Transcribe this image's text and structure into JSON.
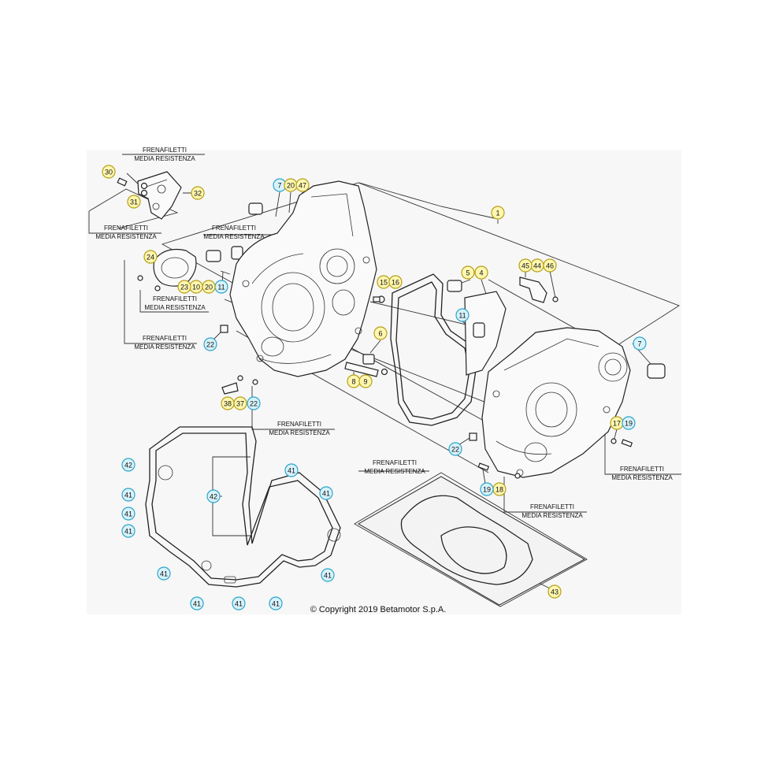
{
  "callouts": {
    "c1": "1",
    "c4": "4",
    "c5": "5",
    "c6": "6",
    "c7a": "7",
    "c7b": "7",
    "c8": "8",
    "c9": "9",
    "c10": "10",
    "c11a": "11",
    "c11b": "11",
    "c15": "15",
    "c16": "16",
    "c17": "17",
    "c18": "18",
    "c19a": "19",
    "c19b": "19",
    "c20a": "20",
    "c20b": "20",
    "c22a": "22",
    "c22b": "22",
    "c22c": "22",
    "c23": "23",
    "c24": "24",
    "c30": "30",
    "c31": "31",
    "c32": "32",
    "c37": "37",
    "c38": "38",
    "c41a": "41",
    "c41b": "41",
    "c41c": "41",
    "c41d": "41",
    "c41e": "41",
    "c41f": "41",
    "c41g": "41",
    "c41h": "41",
    "c41i": "41",
    "c42a": "42",
    "c42b": "42",
    "c43": "43",
    "c44": "44",
    "c45": "45",
    "c46": "46",
    "c47": "47"
  },
  "notes": {
    "n1": {
      "line1": "FRENAFILETTI",
      "line2": "MEDIA RESISTENZA"
    },
    "n2": {
      "line1": "FRENAFILETTI",
      "line2": "MEDIA RESISTENZA"
    },
    "n3": {
      "line1": "FRENAFILETTI",
      "line2": "MEDIA RESISTENZA"
    },
    "n4": {
      "line1": "FRENAFILETTI",
      "line2": "MEDIA RESISTENZA"
    },
    "n5": {
      "line1": "FRENAFILETTI",
      "line2": "MEDIA RESISTENZA"
    },
    "n6": {
      "line1": "FRENAFILETTI",
      "line2": "MEDIA RESISTENZA"
    },
    "n7": {
      "line1": "FRENAFILETTI",
      "line2": "MEDIA RESISTENZA"
    },
    "n8": {
      "line1": "FRENAFILETTI",
      "line2": "MEDIA RESISTENZA"
    },
    "n9": {
      "line1": "FRENAFILETTI",
      "line2": "MEDIA RESISTENZA"
    }
  },
  "copyright": "© Copyright 2019 Betamotor S.p.A.",
  "colors": {
    "yellow_fill": "#fff7b0",
    "yellow_stroke": "#b59f17",
    "blue_fill": "#d8f2fb",
    "blue_stroke": "#2aa5c9",
    "background_panel": "#f7f7f7"
  }
}
